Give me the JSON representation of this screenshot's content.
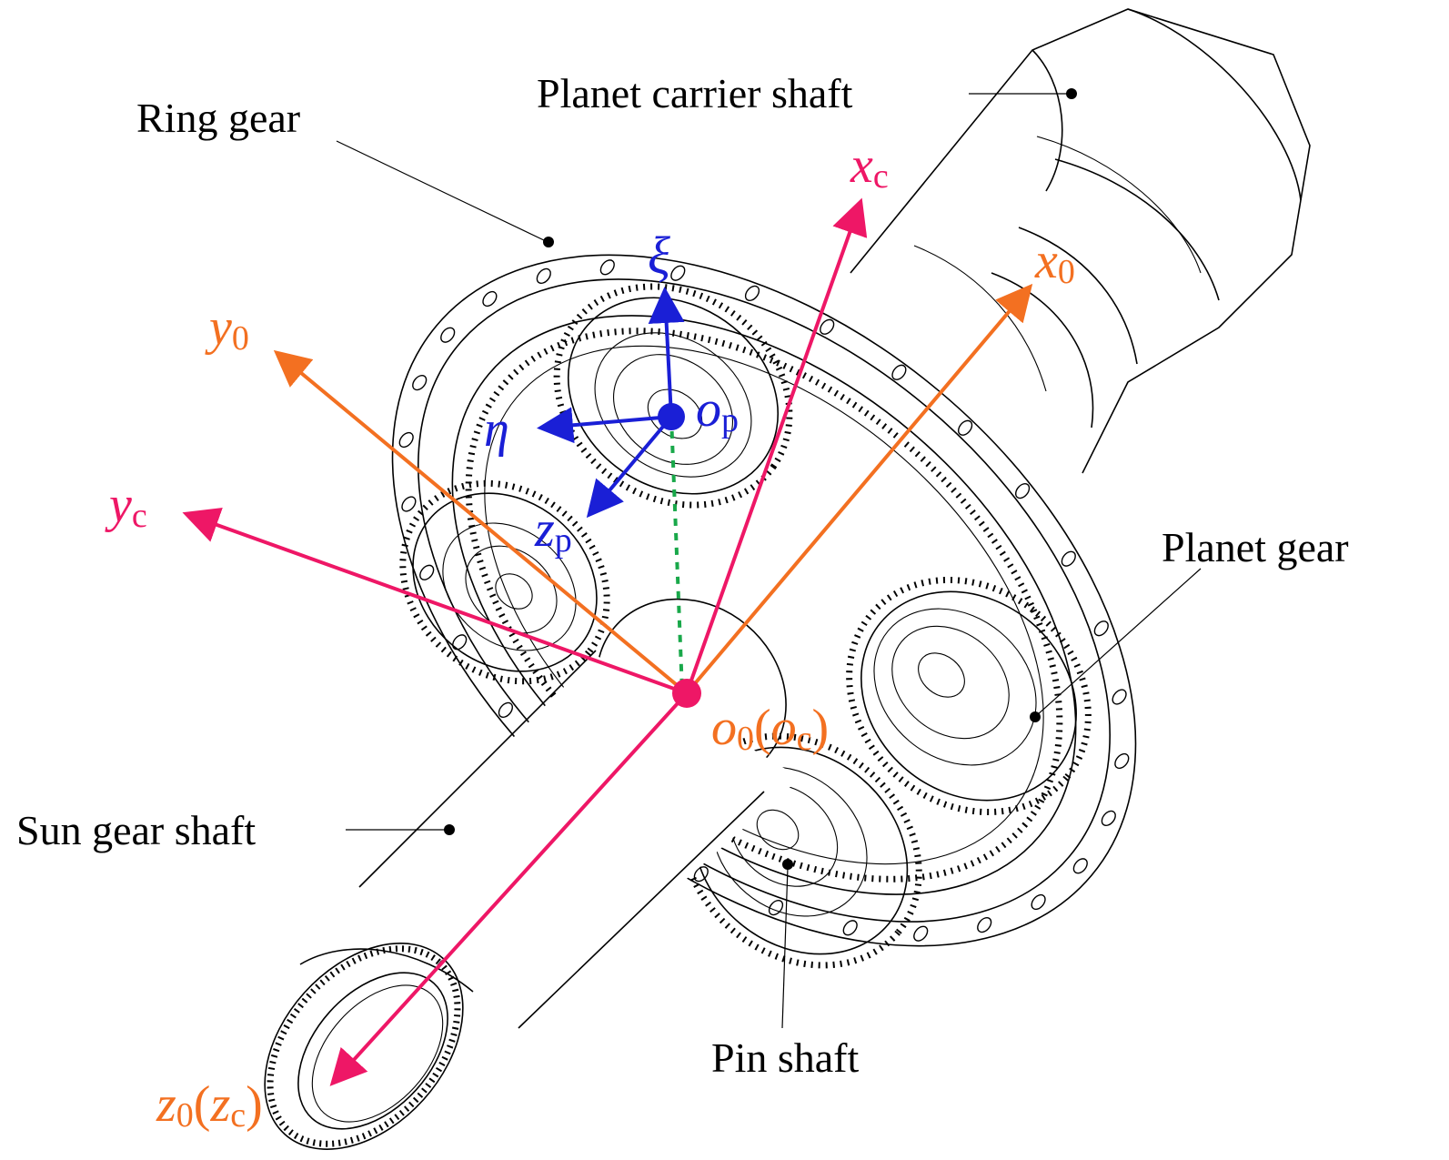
{
  "labels": {
    "planet_carrier_shaft": "Planet carrier shaft",
    "ring_gear": "Ring gear",
    "planet_gear": "Planet gear",
    "sun_gear_shaft": "Sun gear shaft",
    "pin_shaft": "Pin shaft"
  },
  "axes": {
    "x_c": {
      "base": "x",
      "sub": "c"
    },
    "x_0": {
      "base": "x",
      "sub": "0"
    },
    "y_0": {
      "base": "y",
      "sub": "0"
    },
    "y_c": {
      "base": "y",
      "sub": "c"
    },
    "xi": {
      "base": "ξ"
    },
    "eta": {
      "base": "η"
    },
    "z_p": {
      "base": "z",
      "sub": "p"
    },
    "o_p": {
      "base": "o",
      "sub": "p"
    },
    "origin": {
      "base": "o",
      "sub": "0",
      "paren_open": "(",
      "base2": "o",
      "sub2": "c",
      "paren_close": ")"
    },
    "z_axis": {
      "base": "z",
      "sub": "0",
      "paren_open": "(",
      "base2": "z",
      "sub2": "c",
      "paren_close": ")"
    }
  },
  "colors": {
    "carrier_frame": "#ee1766",
    "fixed_frame": "#f37021",
    "planet_frame": "#1a1fd6",
    "construction_line": "#19a84a",
    "drawing": "#000000"
  }
}
